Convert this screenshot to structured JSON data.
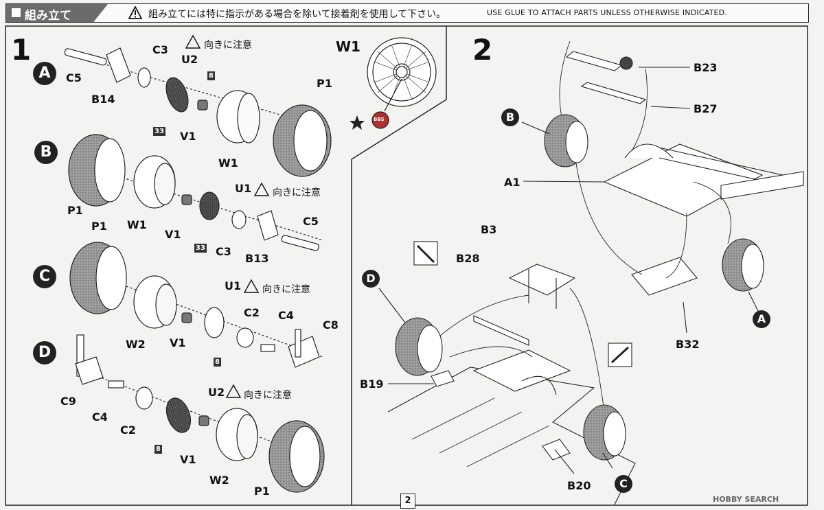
{
  "header": {
    "title": "組み立て",
    "warning_jp": "組み立てには特に指示がある場合を除いて接着剤を使用して下さい。",
    "warning_en": "USE GLUE TO ATTACH PARTS UNLESS OTHERWISE INDICATED."
  },
  "step1": {
    "number": "1",
    "rows": [
      {
        "id": "A",
        "labels": {
          "C5": "C5",
          "B14": "B14",
          "C3": "C3",
          "U2": "U2",
          "paint_8": "8",
          "paint_33": "33",
          "V1": "V1",
          "W1": "W1",
          "P1": "P1",
          "note": "向きに注意"
        }
      },
      {
        "id": "B",
        "labels": {
          "P1": "P1",
          "W1": "W1",
          "V1": "V1",
          "U1": "U1",
          "paint_33": "33",
          "C3": "C3",
          "B13": "B13",
          "C5": "C5",
          "note": "向きに注意"
        }
      },
      {
        "id": "C",
        "labels": {
          "P1": "P1",
          "W2": "W2",
          "V1": "V1",
          "U1": "U1",
          "paint_8": "8",
          "C2": "C2",
          "C4": "C4",
          "C8": "C8",
          "note": "向きに注意"
        }
      },
      {
        "id": "D",
        "labels": {
          "C9": "C9",
          "C4": "C4",
          "C2": "C2",
          "U2": "U2",
          "paint_8": "8",
          "V1": "V1",
          "W2": "W2",
          "P1": "P1",
          "note": "向きに注意"
        }
      }
    ]
  },
  "wheel_detail": {
    "label": "W1",
    "badge": "BBS"
  },
  "step2": {
    "number": "2",
    "labels": {
      "B23": "B23",
      "B27": "B27",
      "B": "B",
      "A1": "A1",
      "A": "A",
      "B32": "B32",
      "B3": "B3",
      "B28": "B28",
      "D": "D",
      "B19": "B19",
      "C": "C",
      "B20": "B20"
    }
  },
  "footer": {
    "page": "2",
    "watermark": "HOBBY SEARCH"
  }
}
